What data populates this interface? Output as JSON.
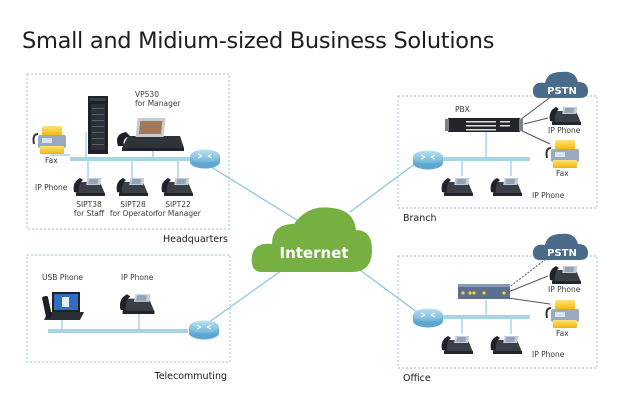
{
  "title": "Small and Midium-sized Business Solutions",
  "colors": {
    "link": "#8cc6dc",
    "bus": "#a9d4e8",
    "router": "#7fc0e0",
    "internet_cloud": "#76b043",
    "pstn_cloud": "#4a6b8a",
    "zone_border": "#a7d0de"
  },
  "internet": {
    "label": "Internet"
  },
  "zones": {
    "headquarters": {
      "label": "Headquarters",
      "devices": {
        "fax": "Fax",
        "vp530_line1": "VP530",
        "vp530_line2": "for Manager",
        "ip_phone": "IP Phone",
        "t38_line1": "SIPT38",
        "t38_line2": "for Staff",
        "t28_line1": "SIPT28",
        "t28_line2": "for Operator",
        "t22_line1": "SIPT22",
        "t22_line2": "for Manager"
      }
    },
    "telecommuting": {
      "label": "Telecommuting",
      "devices": {
        "usb_phone": "USB Phone",
        "ip_phone": "IP Phone"
      }
    },
    "branch": {
      "label": "Branch",
      "devices": {
        "pbx": "PBX",
        "pstn": "PSTN",
        "ip_phone_top": "IP Phone",
        "fax": "Fax",
        "ip_phone_bottom": "IP Phone"
      }
    },
    "office": {
      "label": "Office",
      "devices": {
        "pstn": "PSTN",
        "ip_phone_top": "IP Phone",
        "fax": "Fax",
        "ip_phone_bottom": "IP Phone"
      }
    }
  }
}
